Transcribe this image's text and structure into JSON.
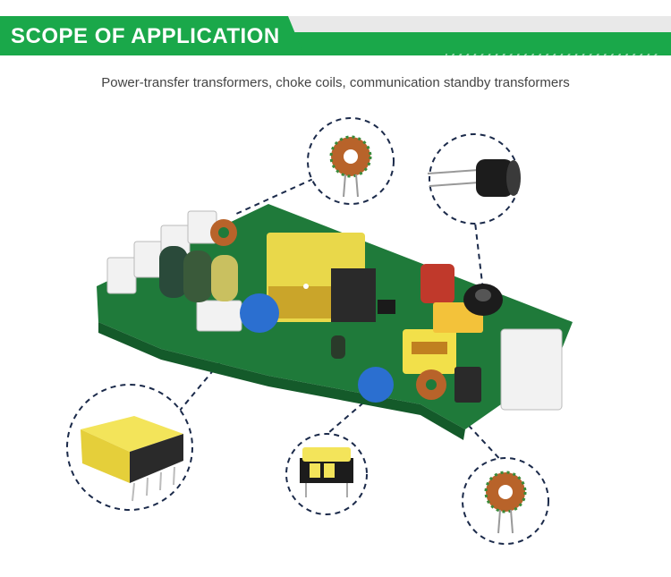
{
  "header": {
    "title": "SCOPE OF APPLICATION",
    "colors": {
      "green": "#1aa84a",
      "light": "#e9e9e9",
      "text": "#ffffff"
    }
  },
  "subtitle": "Power-transfer transformers, choke coils, communication standby transformers",
  "illustration": {
    "board_color": "#1f7a3a",
    "callout_border_color": "#1b2a4a",
    "callouts": [
      {
        "component": "toroidal-coil",
        "icon": "toroid-coil-icon"
      },
      {
        "component": "drum-inductor",
        "icon": "drum-inductor-icon"
      },
      {
        "component": "power-transformer",
        "icon": "transformer-icon"
      },
      {
        "component": "small-transformer",
        "icon": "small-transformer-icon"
      },
      {
        "component": "toroidal-coil",
        "icon": "toroid-coil-icon"
      }
    ]
  }
}
